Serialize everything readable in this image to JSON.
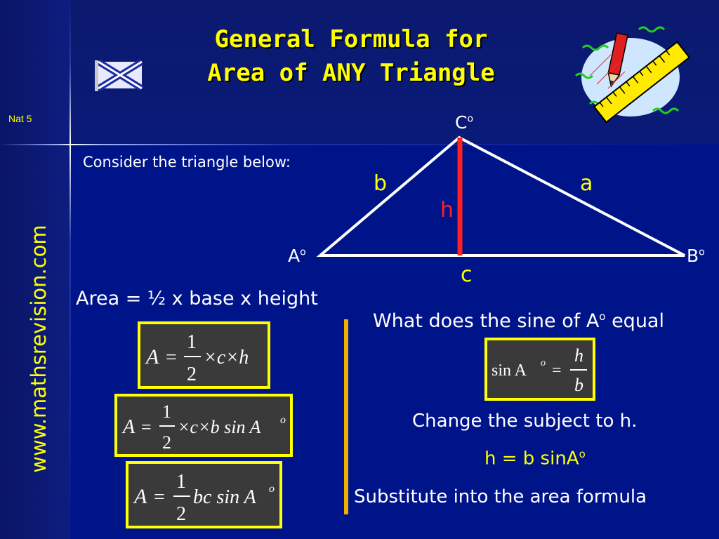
{
  "slide": {
    "title_line1": "General Formula for",
    "title_line2": "Area of ANY Triangle",
    "level": "Nat 5",
    "website": "www.mathsrevision.com"
  },
  "triangle": {
    "vertex_a": "A",
    "vertex_b": "B",
    "vertex_c": "C",
    "degree_mark": "o",
    "side_a": "a",
    "side_b": "b",
    "side_c": "c",
    "height": "h"
  },
  "text": {
    "consider": "Consider the triangle below:",
    "area_rule": "Area = ½ x base x height",
    "question_pre": "What does the sine of A",
    "question_post": " equal",
    "change_subject": "Change the subject to h.",
    "h_formula_pre": "h = b sinA",
    "substitute": "Substitute into the area formula"
  },
  "formulas": {
    "f1": {
      "lhs": "A",
      "eq": "=",
      "num": "1",
      "den": "2",
      "tail": "×c×h"
    },
    "f2": {
      "lhs": "A",
      "eq": "=",
      "num": "1",
      "den": "2",
      "tail": "×c×b sin A",
      "sup": "o"
    },
    "f3": {
      "lhs": "A",
      "eq": "=",
      "num": "1",
      "den": "2",
      "tail": "bc sin A",
      "sup": "o"
    },
    "sine": {
      "lhs": "sin A",
      "sup": "o",
      "eq": "=",
      "num": "h",
      "den": "b"
    }
  },
  "colors": {
    "background": "#00148a",
    "title": "#ffff00",
    "box_border": "#ffff00",
    "box_fill": "#3a3a3a",
    "height_line": "#ff2020",
    "divider": "#f0b000"
  }
}
